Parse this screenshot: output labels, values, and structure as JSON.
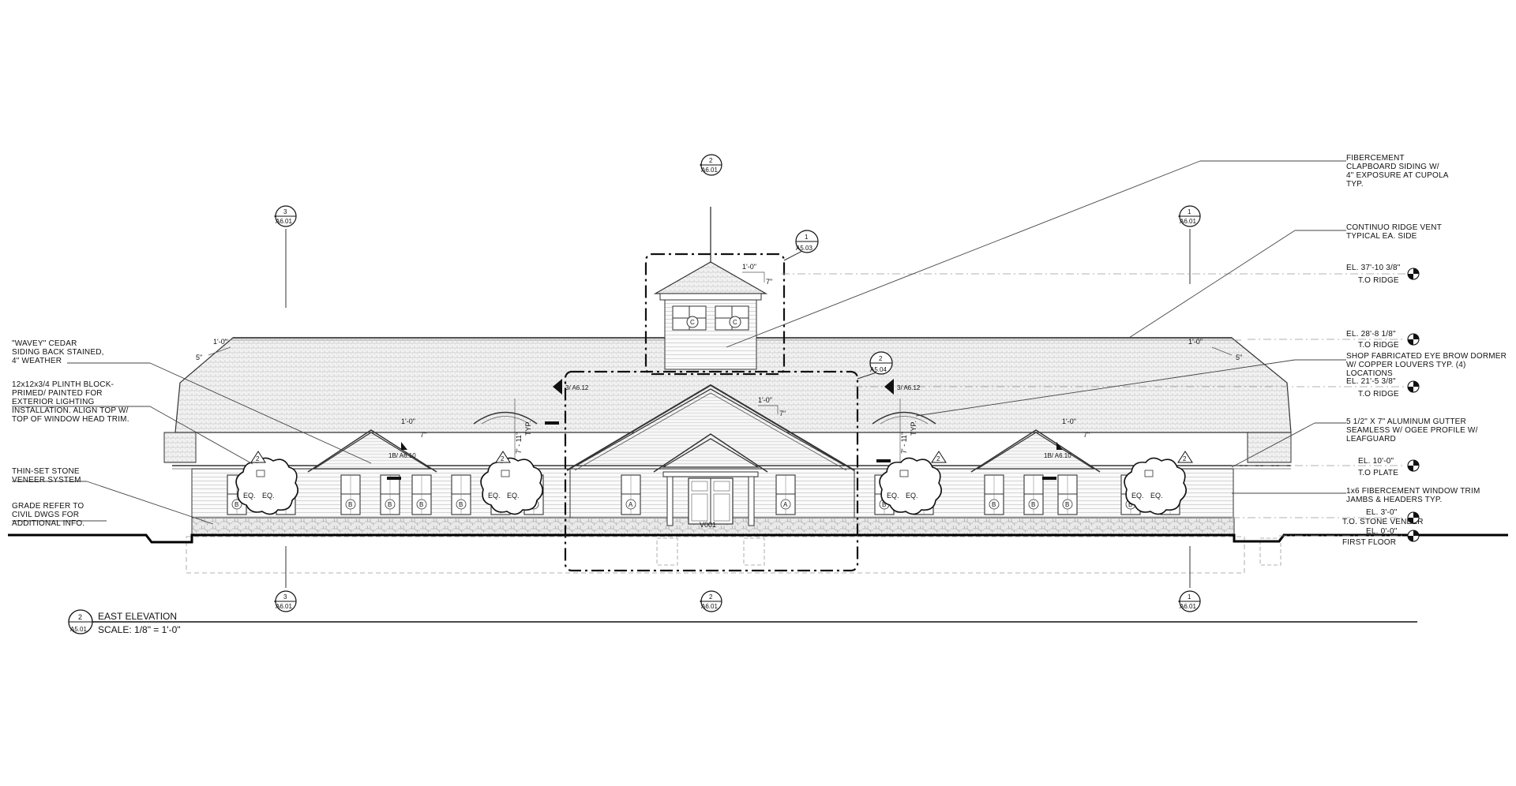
{
  "title": {
    "number": "2",
    "sheet": "A5.01",
    "name": "EAST ELEVATION",
    "scale": "SCALE:  1/8\" = 1'-0\""
  },
  "section_markers": {
    "top_left": {
      "num": "3",
      "sheet": "A6.01"
    },
    "top_center": {
      "num": "2",
      "sheet": "A6.01"
    },
    "top_right": {
      "num": "1",
      "sheet": "A6.01"
    },
    "bot_left": {
      "num": "3",
      "sheet": "A6.01"
    },
    "bot_center": {
      "num": "2",
      "sheet": "A6.01"
    },
    "bot_right": {
      "num": "1",
      "sheet": "A6.01"
    }
  },
  "detail_bubbles": {
    "cupola": {
      "num": "1",
      "sheet": "A5.03"
    },
    "entrance": {
      "num": "2",
      "sheet": "A5.04"
    }
  },
  "wall_sections": {
    "left": "3/ A6.12",
    "right": "3/ A6.12",
    "dormer_left": "1B/ A6.10",
    "dormer_right": "1B/ A6.10"
  },
  "notes_left": [
    {
      "id": "cedar",
      "lines": [
        "\"WAVEY\" CEDAR",
        "SIDING BACK STAINED,",
        "4\" WEATHER"
      ]
    },
    {
      "id": "plinth",
      "lines": [
        "12x12x3/4 PLINTH BLOCK-",
        "PRIMED/ PAINTED FOR",
        "EXTERIOR LIGHTING",
        "INSTALLATION. ALIGN TOP W/",
        "TOP OF WINDOW HEAD TRIM."
      ]
    },
    {
      "id": "stone",
      "lines": [
        "THIN-SET STONE",
        "VENEER SYSTEM"
      ]
    },
    {
      "id": "grade",
      "lines": [
        "GRADE REFER TO",
        "CIVIL DWGS FOR",
        "ADDITIONAL INFO."
      ]
    }
  ],
  "notes_right": [
    {
      "id": "fibercement",
      "lines": [
        "FIBERCEMENT",
        "CLAPBOARD SIDING W/",
        "4\" EXPOSURE AT CUPOLA",
        "TYP."
      ]
    },
    {
      "id": "ridgevent",
      "lines": [
        "CONTINUO RIDGE VENT",
        "TYPICAL EA. SIDE"
      ]
    },
    {
      "id": "dormer",
      "lines": [
        "SHOP FABRICATED EYE BROW DORMER",
        "W/ COPPER LOUVERS TYP. (4)",
        "LOCATIONS"
      ]
    },
    {
      "id": "gutter",
      "lines": [
        "5 1/2\" X 7\" ALUMINUM GUTTER",
        "SEAMLESS W/ OGEE PROFILE W/",
        "LEAFGUARD"
      ]
    },
    {
      "id": "trim",
      "lines": [
        "1x6 FIBERCEMENT WINDOW TRIM",
        "JAMBS & HEADERS TYP."
      ]
    }
  ],
  "elevations": [
    {
      "id": "cupola_ridge",
      "el": "EL. 37'-10 3/8\"",
      "label": "T.O RIDGE"
    },
    {
      "id": "main_ridge",
      "el": "EL. 28'-8 1/8\"",
      "label": "T.O RIDGE"
    },
    {
      "id": "low_ridge",
      "el": "EL. 21'-5 3/8\"",
      "label": "T.O RIDGE"
    },
    {
      "id": "plate",
      "el": "EL. 10'-0\"",
      "label": "T.O PLATE"
    },
    {
      "id": "stone_top",
      "el": "EL. 3'-0\"",
      "label": "T.O. STONE VENEER"
    },
    {
      "id": "first_floor",
      "el": "EL. 0'-0\"",
      "label": "FIRST FLOOR"
    }
  ],
  "dims": {
    "one_foot": "1'-0\"",
    "seven": "7\"",
    "five": "5\"",
    "seven_eleven": "7' - 11\"",
    "typ": "TYP.",
    "eq": "EQ.",
    "two": "2"
  },
  "window_tags": {
    "a": "A",
    "b": "B",
    "c": "C"
  },
  "door_tag": "V001"
}
